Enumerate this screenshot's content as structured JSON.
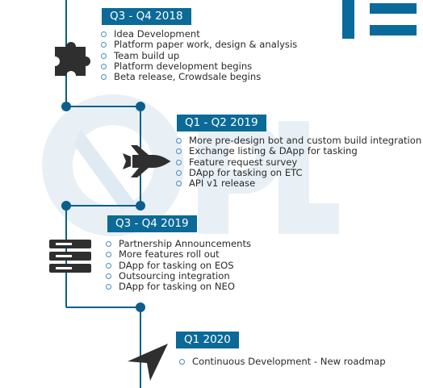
{
  "colors": {
    "accent": "#0b6a97",
    "line": "#0a5f8c",
    "icon": "#2f2f2f",
    "watermark": "#e6eff6"
  },
  "logo": {
    "text": "OPL"
  },
  "phases": [
    {
      "label": "Q3 - Q4 2018",
      "icon": "puzzle-piece-icon",
      "items": [
        "Idea Development",
        "Platform paper work, design & analysis",
        "Team build up",
        "Platform development begins",
        "Beta release, Crowdsale begins"
      ]
    },
    {
      "label": "Q1 - Q2 2019",
      "icon": "rocket-icon",
      "items": [
        "More pre-design bot and custom build integration",
        "Exchange listing & DApp for tasking",
        "Feature request survey",
        "DApp for tasking on ETC",
        "API v1 release"
      ]
    },
    {
      "label": "Q3 - Q4 2019",
      "icon": "server-icon",
      "items": [
        "Partnership Announcements",
        "More features roll out",
        "DApp for tasking on EOS",
        "Outsourcing integration",
        "DApp for tasking on NEO"
      ]
    },
    {
      "label": "Q1 2020",
      "icon": "navigation-arrow-icon",
      "items": [
        "Continuous Development - New roadmap"
      ]
    }
  ]
}
